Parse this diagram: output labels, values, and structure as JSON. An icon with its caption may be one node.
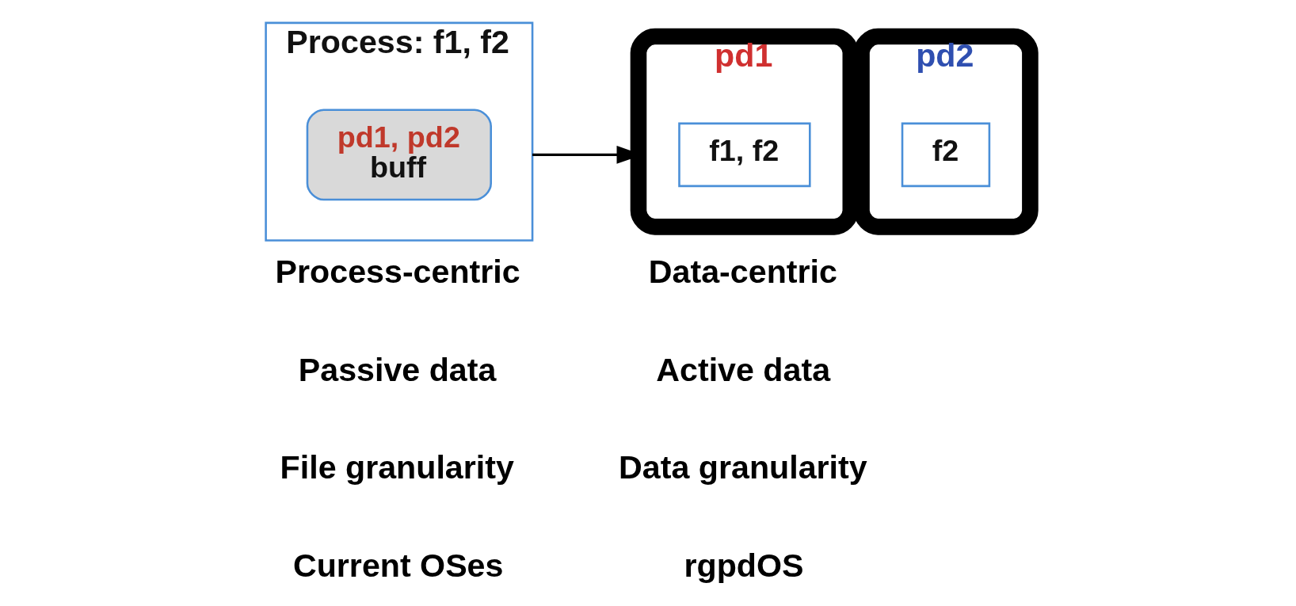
{
  "diagram": {
    "nodes": [
      {
        "text": [
          "Process: f1, f2"
        ]
      },
      {
        "text": [
          "pd1, pd2",
          "buff"
        ],
        "in": 0
      },
      {
        "text": [
          "pd1"
        ]
      },
      {
        "text": [
          "f1, f2"
        ],
        "in": 2
      },
      {
        "text": [
          "pd2"
        ]
      },
      {
        "text": [
          "f2"
        ],
        "in": 4
      }
    ],
    "edges": [
      {
        "from": 0,
        "to": 2,
        "arrow": "to"
      }
    ],
    "labels": [
      "Process-centric",
      "Passive data",
      "File granularity",
      "Current OSes",
      "Data-centric",
      "Active data",
      "Data granularity",
      "rgpdOS"
    ]
  }
}
